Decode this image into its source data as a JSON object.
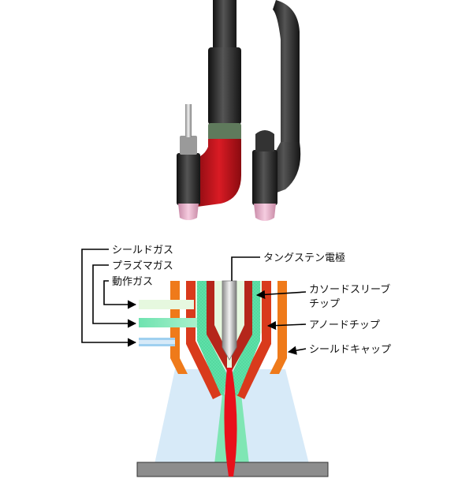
{
  "labels": {
    "shield_gas": "シールドガス",
    "plasma_gas": "プラズマガス",
    "working_gas": "動作ガス",
    "tungsten_electrode": "タングステン電極",
    "cathode_sleeve_line1": "カソードスリーブ",
    "cathode_sleeve_line2": "チップ",
    "anode_tip": "アノードチップ",
    "shield_cap": "シールドキャップ"
  },
  "colors": {
    "torch_body": "#2b2b2b",
    "torch_red": "#c0141c",
    "ceramic_cup": "#e9aecb",
    "shield_cap": "#ef7a1a",
    "anode": "#d9381e",
    "green_gas": "#5ee0a8",
    "pale_green": "#e4f7df",
    "shield_gas_blue": "#cfe6f7",
    "arc": "#e8101a",
    "electrode": "#c9c9c9",
    "workpiece": "#8c8c8c"
  }
}
